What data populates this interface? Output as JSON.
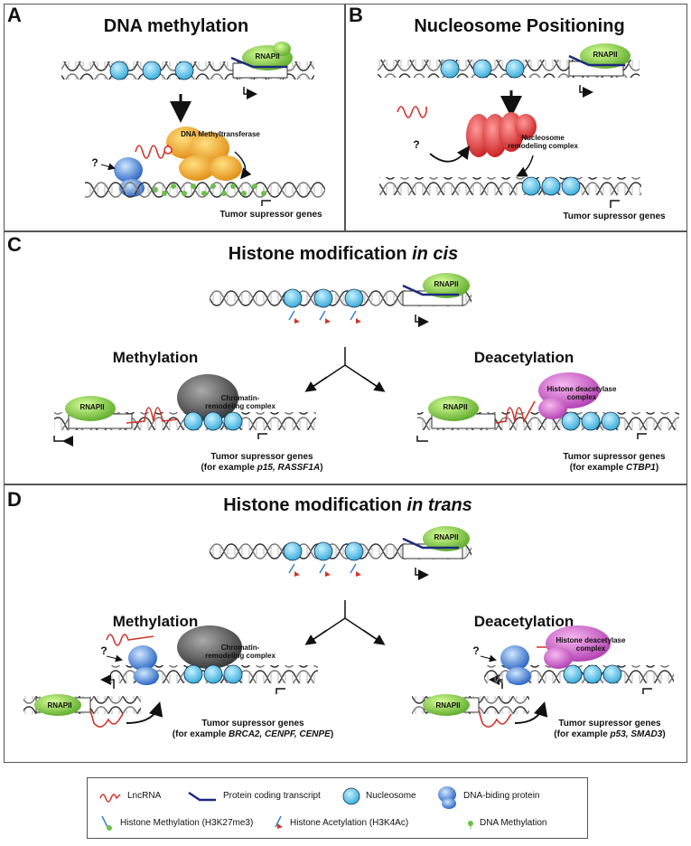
{
  "panels": {
    "A": {
      "letter": "A",
      "title": "DNA methylation",
      "enzyme": "DNA Methyltransferase",
      "caption": "Tumor supressor genes",
      "rnap": "RNAPII",
      "question": "?"
    },
    "B": {
      "letter": "B",
      "title": "Nucleosome Positioning",
      "enzyme": "Nucleosome remodeling complex",
      "caption": "Tumor supressor genes",
      "rnap": "RNAPII",
      "question": "?"
    },
    "C": {
      "letter": "C",
      "title_prefix": "Histone modification ",
      "title_italic": "in cis",
      "rnap": "RNAPII",
      "left": {
        "heading": "Methylation",
        "complex": "Chromatin-remodeling complex",
        "caption_line1": "Tumor supressor genes",
        "caption_line2_prefix": "(for example ",
        "genes": "p15, RASSF1A",
        "caption_line2_suffix": ")"
      },
      "right": {
        "heading": "Deacetylation",
        "complex": "Histone deacetylase complex",
        "caption_line1": "Tumor supressor genes",
        "caption_line2_prefix": "(for example ",
        "genes": "CTBP1",
        "caption_line2_suffix": ")"
      }
    },
    "D": {
      "letter": "D",
      "title_prefix": "Histone modification ",
      "title_italic": "in trans",
      "rnap": "RNAPII",
      "question": "?",
      "left": {
        "heading": "Methylation",
        "complex": "Chromatin-remodeling complex",
        "caption_line1": "Tumor supressor genes",
        "caption_line2_prefix": "(for example ",
        "genes": "BRCA2, CENPF, CENPE",
        "caption_line2_suffix": ")"
      },
      "right": {
        "heading": "Deacetylation",
        "complex": "Histone deacetylase complex",
        "caption_line1": "Tumor supressor genes",
        "caption_line2_prefix": "(for example ",
        "genes": "p53, SMAD3",
        "caption_line2_suffix": ")"
      }
    }
  },
  "legend": {
    "lncrna": "LncRNA",
    "transcript": "Protein coding transcript",
    "nucleosome": "Nucleosome",
    "dna_protein": "DNA-biding protein",
    "histone_methylation": "Histone Methylation (H3K27me3)",
    "histone_acetylation": "Histone Acetylation (H3K4Ac)",
    "dna_methylation": "DNA Methylation"
  },
  "colors": {
    "lncrna": "#d0342c",
    "transcript": "#1c2a7a",
    "nucleosome": "#5cc8e8",
    "rnap": "#7cc83a",
    "dnmt": "#f0a818",
    "remodeler_red": "#e83434",
    "hdac": "#d060c8",
    "chromatin": "#555555",
    "dna_protein": "#3a78d0"
  }
}
